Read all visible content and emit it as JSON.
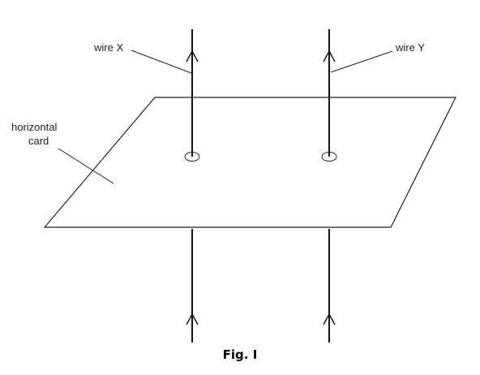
{
  "labels": {
    "wire_x": "wire X",
    "wire_y": "wire Y",
    "card_line1": "horizontal",
    "card_line2": "card"
  },
  "caption": "Fig. I",
  "colors": {
    "line": "#111111",
    "background": "#ffffff"
  }
}
